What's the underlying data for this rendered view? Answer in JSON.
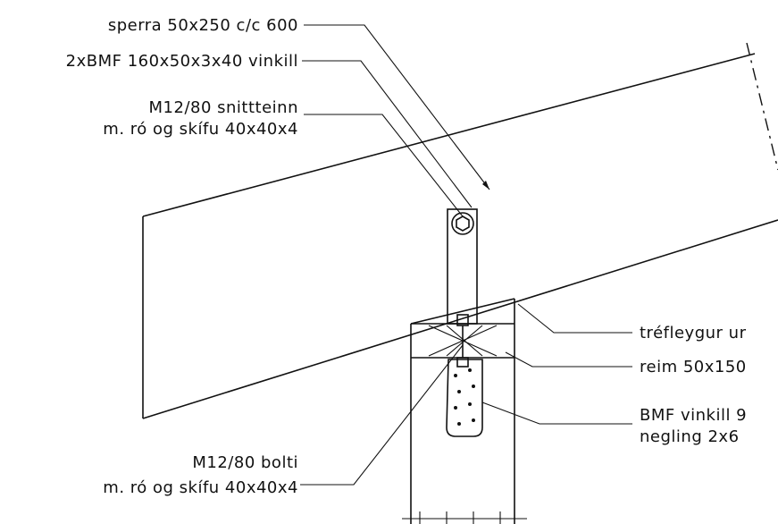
{
  "labels": {
    "rafter": "sperra 50x250 c/c 600",
    "angle_bracket": "2xBMF 160x50x3x40 vinkill",
    "threaded_rod_1": "M12/80 snittteinn",
    "threaded_rod_2": "m. ró og skífu 40x40x4",
    "bolt_1": "M12/80 bolti",
    "bolt_2": "m. ró og skífu 40x40x4",
    "wood_wedge": "tréfleygur ur",
    "wall_plate": "reim 50x150",
    "bmf_angle": "BMF vinkill 9",
    "nailing": "negling 2x6"
  }
}
